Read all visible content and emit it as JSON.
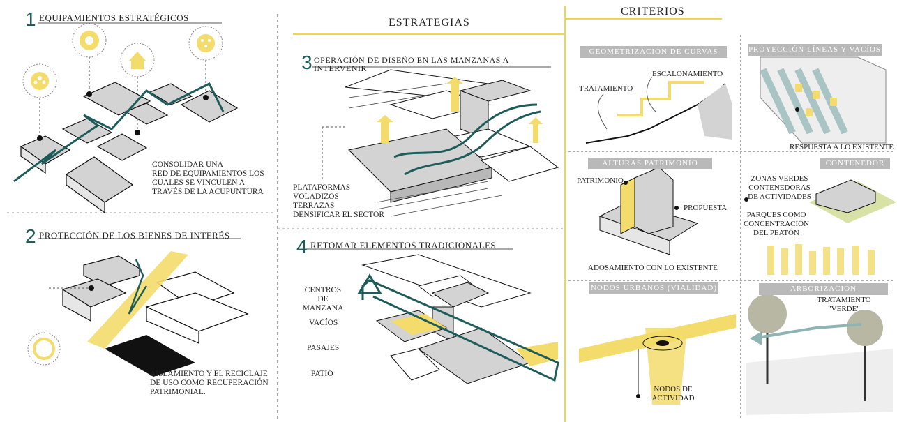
{
  "headers": {
    "estrategias": "ESTRATEGIAS",
    "criterios": "CRITERIOS"
  },
  "left": {
    "s1": {
      "num": "1",
      "title": "EQUIPAMIENTOS ESTRATÉGICOS",
      "desc": [
        "CONSOLIDAR UNA",
        "RED DE EQUIPAMIENTOS LOS",
        "CUALES SE VINCULEN A",
        "TRAVÉS DE LA ACUPUNTURA"
      ]
    },
    "s2": {
      "num": "2",
      "title": "PROTECCIÓN DE LOS BIENES DE INTERÉS",
      "desc": [
        "AISLAMIENTO Y EL RECICLAJE",
        "DE USO COMO RECUPERACIÓN",
        "PATRIMONIAL."
      ]
    }
  },
  "middle": {
    "s3": {
      "num": "3",
      "title1": "OPERACIÓN DE DISEÑO EN LAS MANZANAS A",
      "title2": "INTERVENIR",
      "list": [
        "PLATAFORMAS",
        "VOLADIZOS",
        "TERRAZAS",
        "DENSIFICAR EL SECTOR"
      ]
    },
    "s4": {
      "num": "4",
      "title": "RETOMAR ELEMENTOS TRADICIONALES",
      "labels": [
        "CENTROS DE",
        "MANZANA",
        "VACÍOS",
        "PASAJES",
        "PATIO"
      ]
    }
  },
  "criterios": {
    "geometrizacion": {
      "tag": "GEOMETRIZACIÓN DE CURVAS",
      "l1": "ESCALONAMIENTO",
      "l2": "TRATAMIENTO"
    },
    "proyeccion": {
      "tag": "PROYECCIÓN LÍNEAS Y VACÍOS",
      "caption": "RESPUESTA A LO EXISTENTE"
    },
    "alturas": {
      "tag": "ALTURAS PATRIMONIO",
      "l1": "PATRIMONIO",
      "l2": "PROPUESTA",
      "caption": "ADOSAMIENTO CON LO EXISTENTE"
    },
    "contenedor": {
      "tag": "CONTENEDOR",
      "t1": [
        "ZONAS VERDES",
        "CONTENEDORAS",
        "DE ACTIVIDADES"
      ],
      "t2": [
        "PARQUES COMO",
        "CONCENTRACIÓN",
        "DEL PEATÓN"
      ]
    },
    "nodos": {
      "tag": "NODOS URBANOS (VIALIDAD)",
      "caption": [
        "NODOS DE",
        "ACTIVIDAD"
      ]
    },
    "arborizacion": {
      "tag": "ARBORIZACIÓN",
      "l1": [
        "TRATAMIENTO",
        "\"VERDE\""
      ]
    }
  },
  "colors": {
    "teal": "#1d5c5a",
    "yellow": "#f3dc6b",
    "gray": "#cfcfcf",
    "divider": "#f0d64a"
  }
}
